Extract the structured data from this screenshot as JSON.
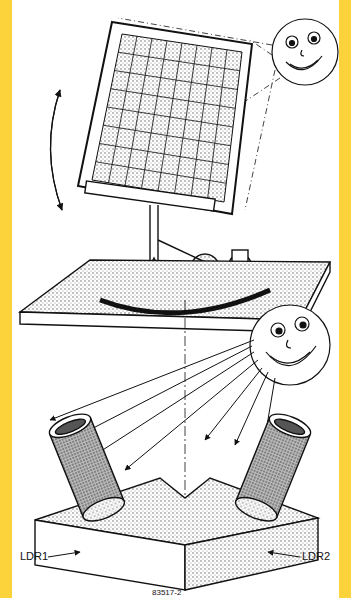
{
  "diagram": {
    "labels": [
      "LDR1",
      "LDR2",
      "83517-2"
    ]
  }
}
